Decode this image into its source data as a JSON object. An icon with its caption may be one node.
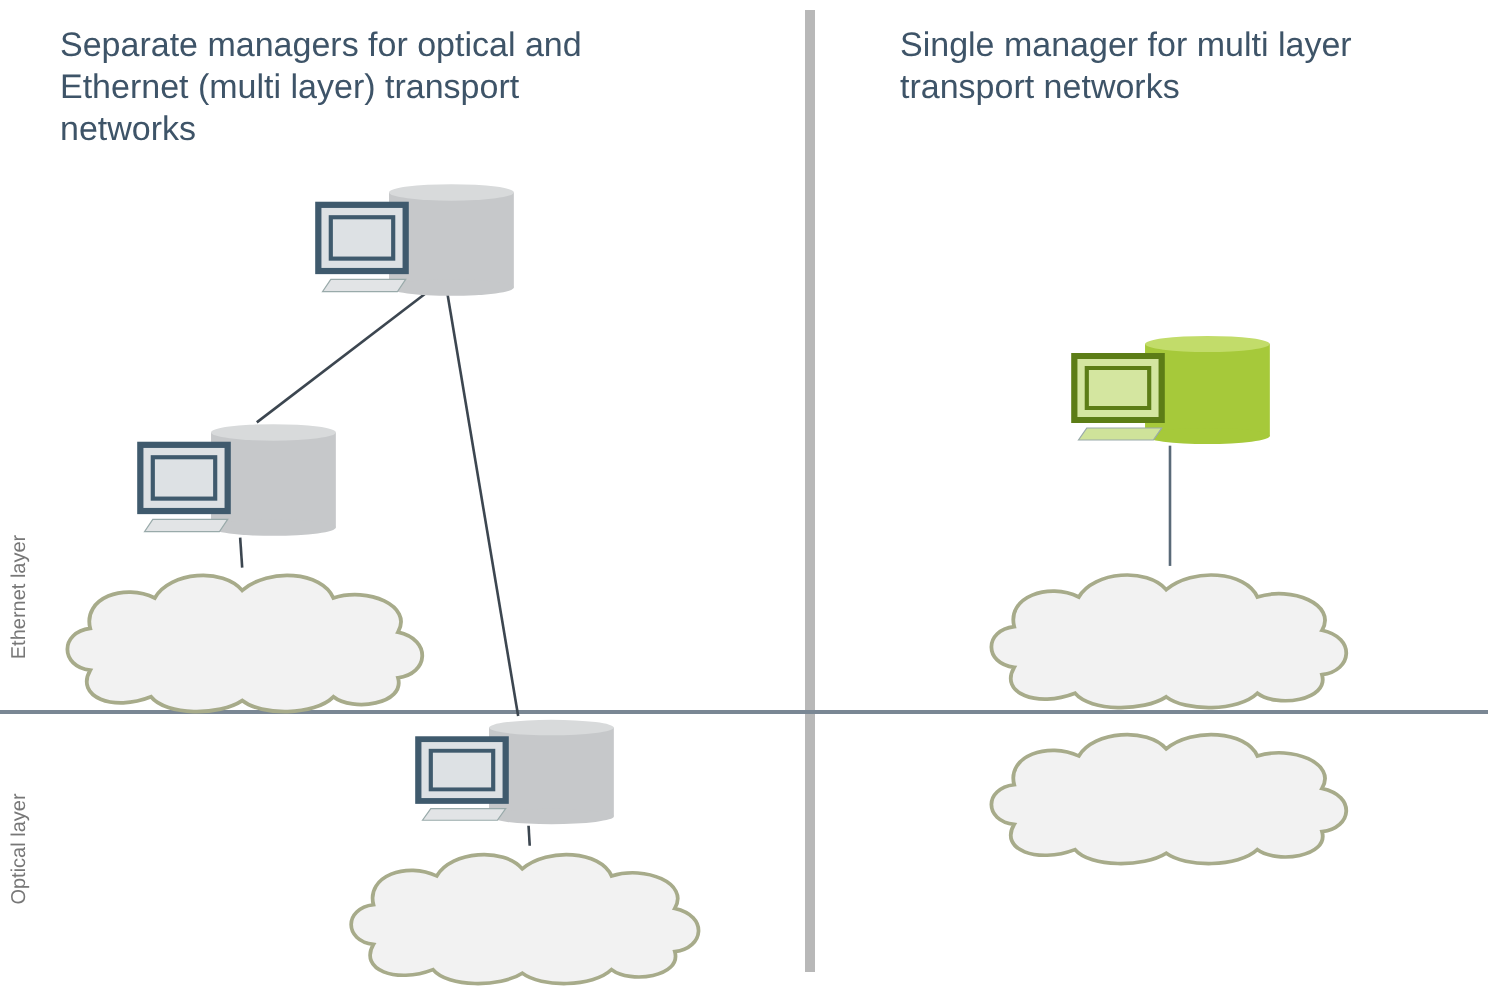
{
  "diagram": {
    "nodes": [
      {
        "text": [],
        "shape": "computer"
      },
      {
        "text": [],
        "shape": "computer"
      },
      {
        "text": [],
        "shape": "cloud"
      },
      {
        "text": [],
        "shape": "computer"
      },
      {
        "text": [],
        "shape": "cloud"
      },
      {
        "text": [],
        "shape": "computer"
      },
      {
        "text": [],
        "shape": "cloud"
      },
      {
        "text": [],
        "shape": "cloud"
      }
    ],
    "edges": [
      {
        "from": 0,
        "to": 1,
        "arrow": "none"
      },
      {
        "from": 0,
        "to": 3,
        "arrow": "none"
      },
      {
        "from": 1,
        "to": 2,
        "arrow": "none"
      },
      {
        "from": 3,
        "to": 4,
        "arrow": "none"
      },
      {
        "from": 5,
        "to": 6,
        "arrow": "none",
        "color": "#5a6a78"
      }
    ],
    "labels": [
      "Separate managers for optical and Ethernet (multi layer) transport networks",
      "Single manager for multi layer transport networks",
      "Ethernet layer",
      "Optical layer"
    ]
  }
}
